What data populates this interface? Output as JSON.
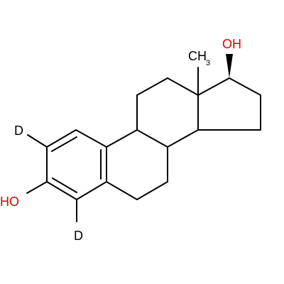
{
  "structure": {
    "labels": {
      "hydroxyl_top": "OH",
      "hydroxyl_left": "HO",
      "deuterium_upper": "D",
      "deuterium_lower": "D",
      "methyl_main": "CH",
      "methyl_subscript": "3"
    },
    "colors": {
      "oxygen": "#e00000",
      "carbon_bond": "#000000",
      "text": "#000000",
      "background": "#ffffff"
    },
    "stereo": {
      "c17_oh": "wedge"
    }
  }
}
